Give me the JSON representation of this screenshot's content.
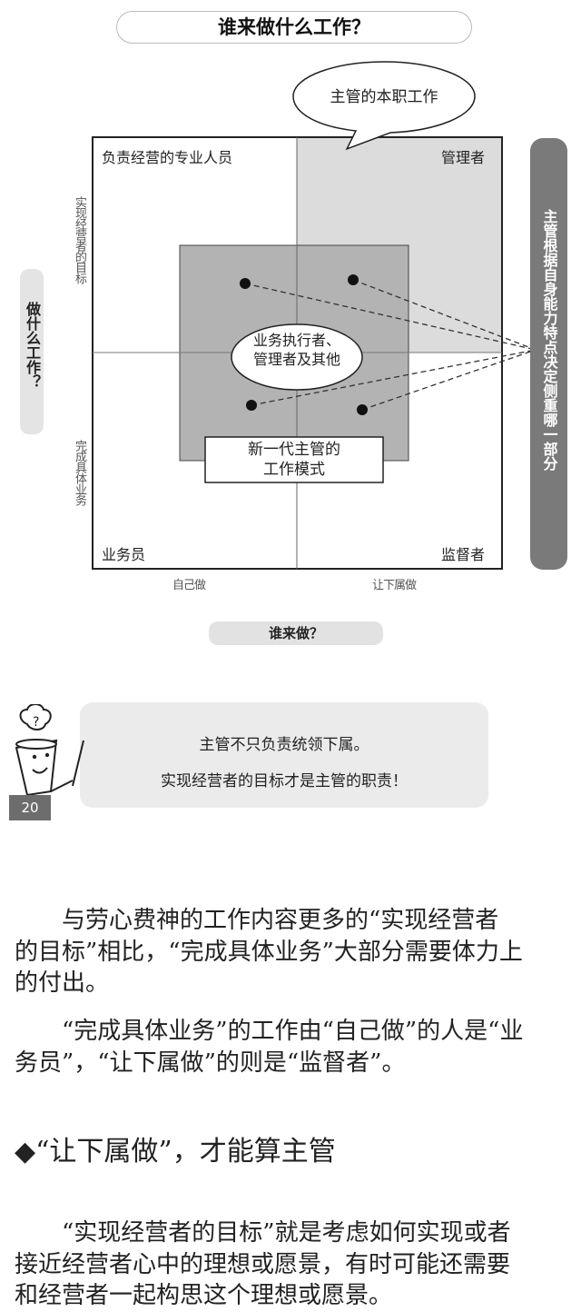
{
  "diagram": {
    "title": "谁来做什么工作？",
    "speech_bubble": "主管的本职工作",
    "quadrants": {
      "top_left": "负责经营的专业人员",
      "top_right": "管理者",
      "bottom_left": "业务员",
      "bottom_right": "监督者"
    },
    "center_ellipse": [
      "业务执行者、",
      "管理者及其他"
    ],
    "center_box": [
      "新一代主管的",
      "工作模式"
    ],
    "y_axis_top": "实现经营者的目标",
    "y_axis_bottom": "完成具体业务",
    "y_axis_title": "做什么工作？",
    "x_axis_left": "自己做",
    "x_axis_right": "让下属做",
    "x_axis_title": "谁来做？",
    "right_bar": "主管根据自身能力特点决定侧重哪一部分"
  },
  "callout": {
    "line1": "主管不只负责统领下属。",
    "line2": "实现经营者的目标才是主管的职责！",
    "page_badge": "20"
  },
  "article": {
    "para1": [
      "　　与劳心费神的工作内容更多的“实现经营者",
      "的目标”相比，“完成具体业务”大部分需要体力上",
      "的付出。"
    ],
    "para2": [
      "　　“完成具体业务”的工作由“自己做”的人是“业",
      "务员”，“让下属做”的则是“监督者”。"
    ],
    "heading": "◆“让下属做”，才能算主管",
    "para3": [
      "　　“实现经营者的目标”就是考虑如何实现或者",
      "接近经营者心中的理想或愿景，有时可能还需要",
      "和经营者一起构思这个理想或愿景。"
    ]
  }
}
